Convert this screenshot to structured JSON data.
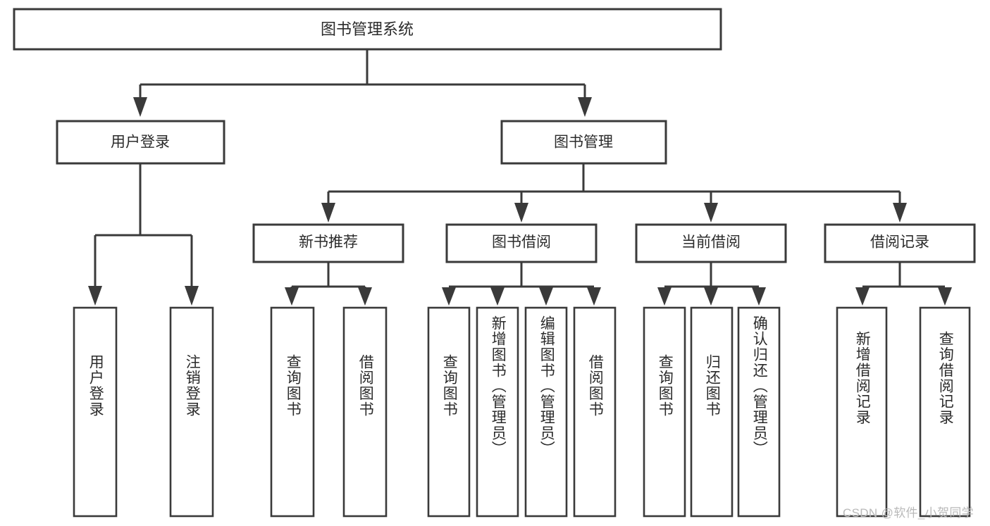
{
  "diagram": {
    "type": "tree-hierarchy",
    "title": "图书管理系统",
    "orientation": "top-down",
    "colors": {
      "background": "#ffffff",
      "box_border": "#3a3a3a",
      "box_fill": "#ffffff",
      "text": "#2b2b2b",
      "connector": "#3a3a3a",
      "watermark": "#b9b9b9"
    },
    "root": {
      "label": "图书管理系统",
      "level": 0
    },
    "level1": [
      {
        "label": "用户登录"
      },
      {
        "label": "图书管理"
      }
    ],
    "level2": [
      {
        "label": "新书推荐",
        "parent": "图书管理"
      },
      {
        "label": "图书借阅",
        "parent": "图书管理"
      },
      {
        "label": "当前借阅",
        "parent": "图书管理"
      },
      {
        "label": "借阅记录",
        "parent": "图书管理"
      }
    ],
    "leaves": {
      "用户登录": [
        {
          "label": "用户登录"
        },
        {
          "label": "注销登录"
        }
      ],
      "新书推荐": [
        {
          "label": "查询图书"
        },
        {
          "label": "借阅图书"
        }
      ],
      "图书借阅": [
        {
          "label": "查询图书"
        },
        {
          "label": "新增图书（管理员）"
        },
        {
          "label": "编辑图书（管理员）"
        },
        {
          "label": "借阅图书"
        }
      ],
      "当前借阅": [
        {
          "label": "查询图书"
        },
        {
          "label": "归还图书"
        },
        {
          "label": "确认归还（管理员）"
        }
      ],
      "借阅记录": [
        {
          "label": "新增借阅记录"
        },
        {
          "label": "查询借阅记录"
        }
      ]
    },
    "watermark": "CSDN @软件_小贺同学"
  }
}
